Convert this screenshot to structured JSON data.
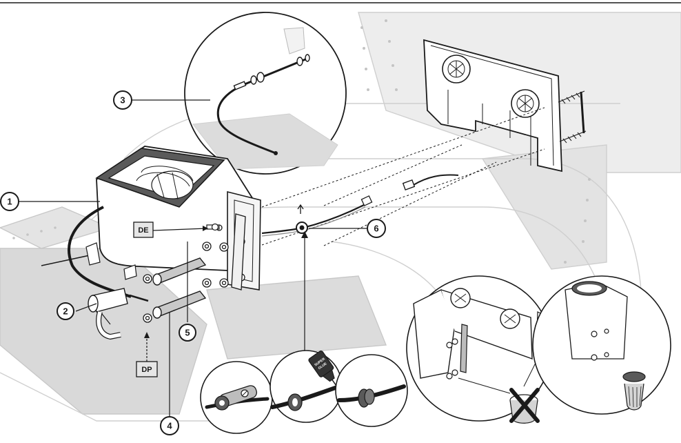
{
  "callouts": {
    "c1": "1",
    "c2": "2",
    "c3": "3",
    "c4": "4",
    "c5": "5",
    "c6": "6"
  },
  "tags": {
    "de": "DE",
    "dp": "DP"
  },
  "sticker": {
    "line1": "SUPER",
    "line2": "GLUE"
  },
  "colors": {
    "line": "#1a1a1a",
    "shadow_gray": "#d7d7d7",
    "light_gray": "#ececec",
    "tag_fill": "#e6e6e6",
    "panel_stroke": "#cfcfcf"
  }
}
